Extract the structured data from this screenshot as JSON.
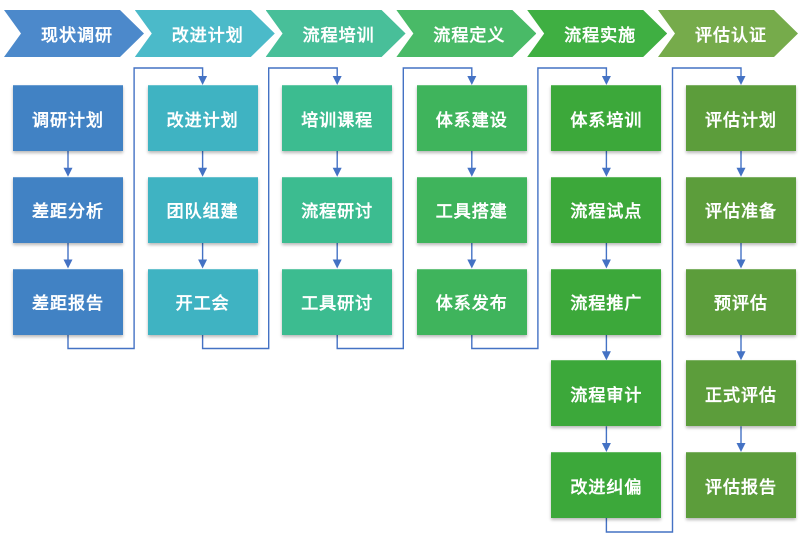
{
  "diagram": {
    "connector_color": "#4472C4",
    "columns": [
      {
        "header": "现状调研",
        "header_color": "#4C89CB",
        "box_color": "#4182C4",
        "items": [
          "调研计划",
          "差距分析",
          "差距报告"
        ]
      },
      {
        "header": "改进计划",
        "header_color": "#4BBAC9",
        "box_color": "#3FB3C2",
        "items": [
          "改进计划",
          "团队组建",
          "开工会"
        ]
      },
      {
        "header": "流程培训",
        "header_color": "#48BF99",
        "box_color": "#3CBC90",
        "items": [
          "培训课程",
          "流程研讨",
          "工具研讨"
        ]
      },
      {
        "header": "流程定义",
        "header_color": "#49BA67",
        "box_color": "#3FB45C",
        "items": [
          "体系建设",
          "工具搭建",
          "体系发布"
        ]
      },
      {
        "header": "流程实施",
        "header_color": "#3FAF42",
        "box_color": "#3CA83A",
        "items": [
          "体系培训",
          "流程试点",
          "流程推广",
          "流程审计",
          "改进纠偏"
        ]
      },
      {
        "header": "评估认证",
        "header_color": "#76AB4B",
        "box_color": "#5C9D3B",
        "items": [
          "评估计划",
          "评估准备",
          "预评估",
          "正式评估",
          "评估报告"
        ]
      }
    ]
  }
}
